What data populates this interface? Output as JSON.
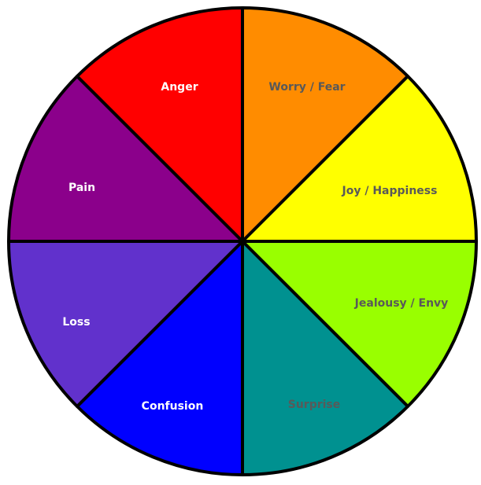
{
  "wheel": {
    "segments": [
      {
        "label": "Worry / Fear",
        "color": "#FF8C00",
        "text_color": "#595959"
      },
      {
        "label": "Joy / Happiness",
        "color": "#FFFF00",
        "text_color": "#595959"
      },
      {
        "label": "Jealousy / Envy",
        "color": "#99FF00",
        "text_color": "#595959"
      },
      {
        "label": "Surprise",
        "color": "#009190",
        "text_color": "#595959"
      },
      {
        "label": "Confusion",
        "color": "#0000FF",
        "text_color": "#FFFFFF"
      },
      {
        "label": "Loss",
        "color": "#6131CC",
        "text_color": "#FFFFFF"
      },
      {
        "label": "Pain",
        "color": "#8B008B",
        "text_color": "#FFFFFF"
      },
      {
        "label": "Anger",
        "color": "#FF0000",
        "text_color": "#FFFFFF"
      }
    ]
  }
}
